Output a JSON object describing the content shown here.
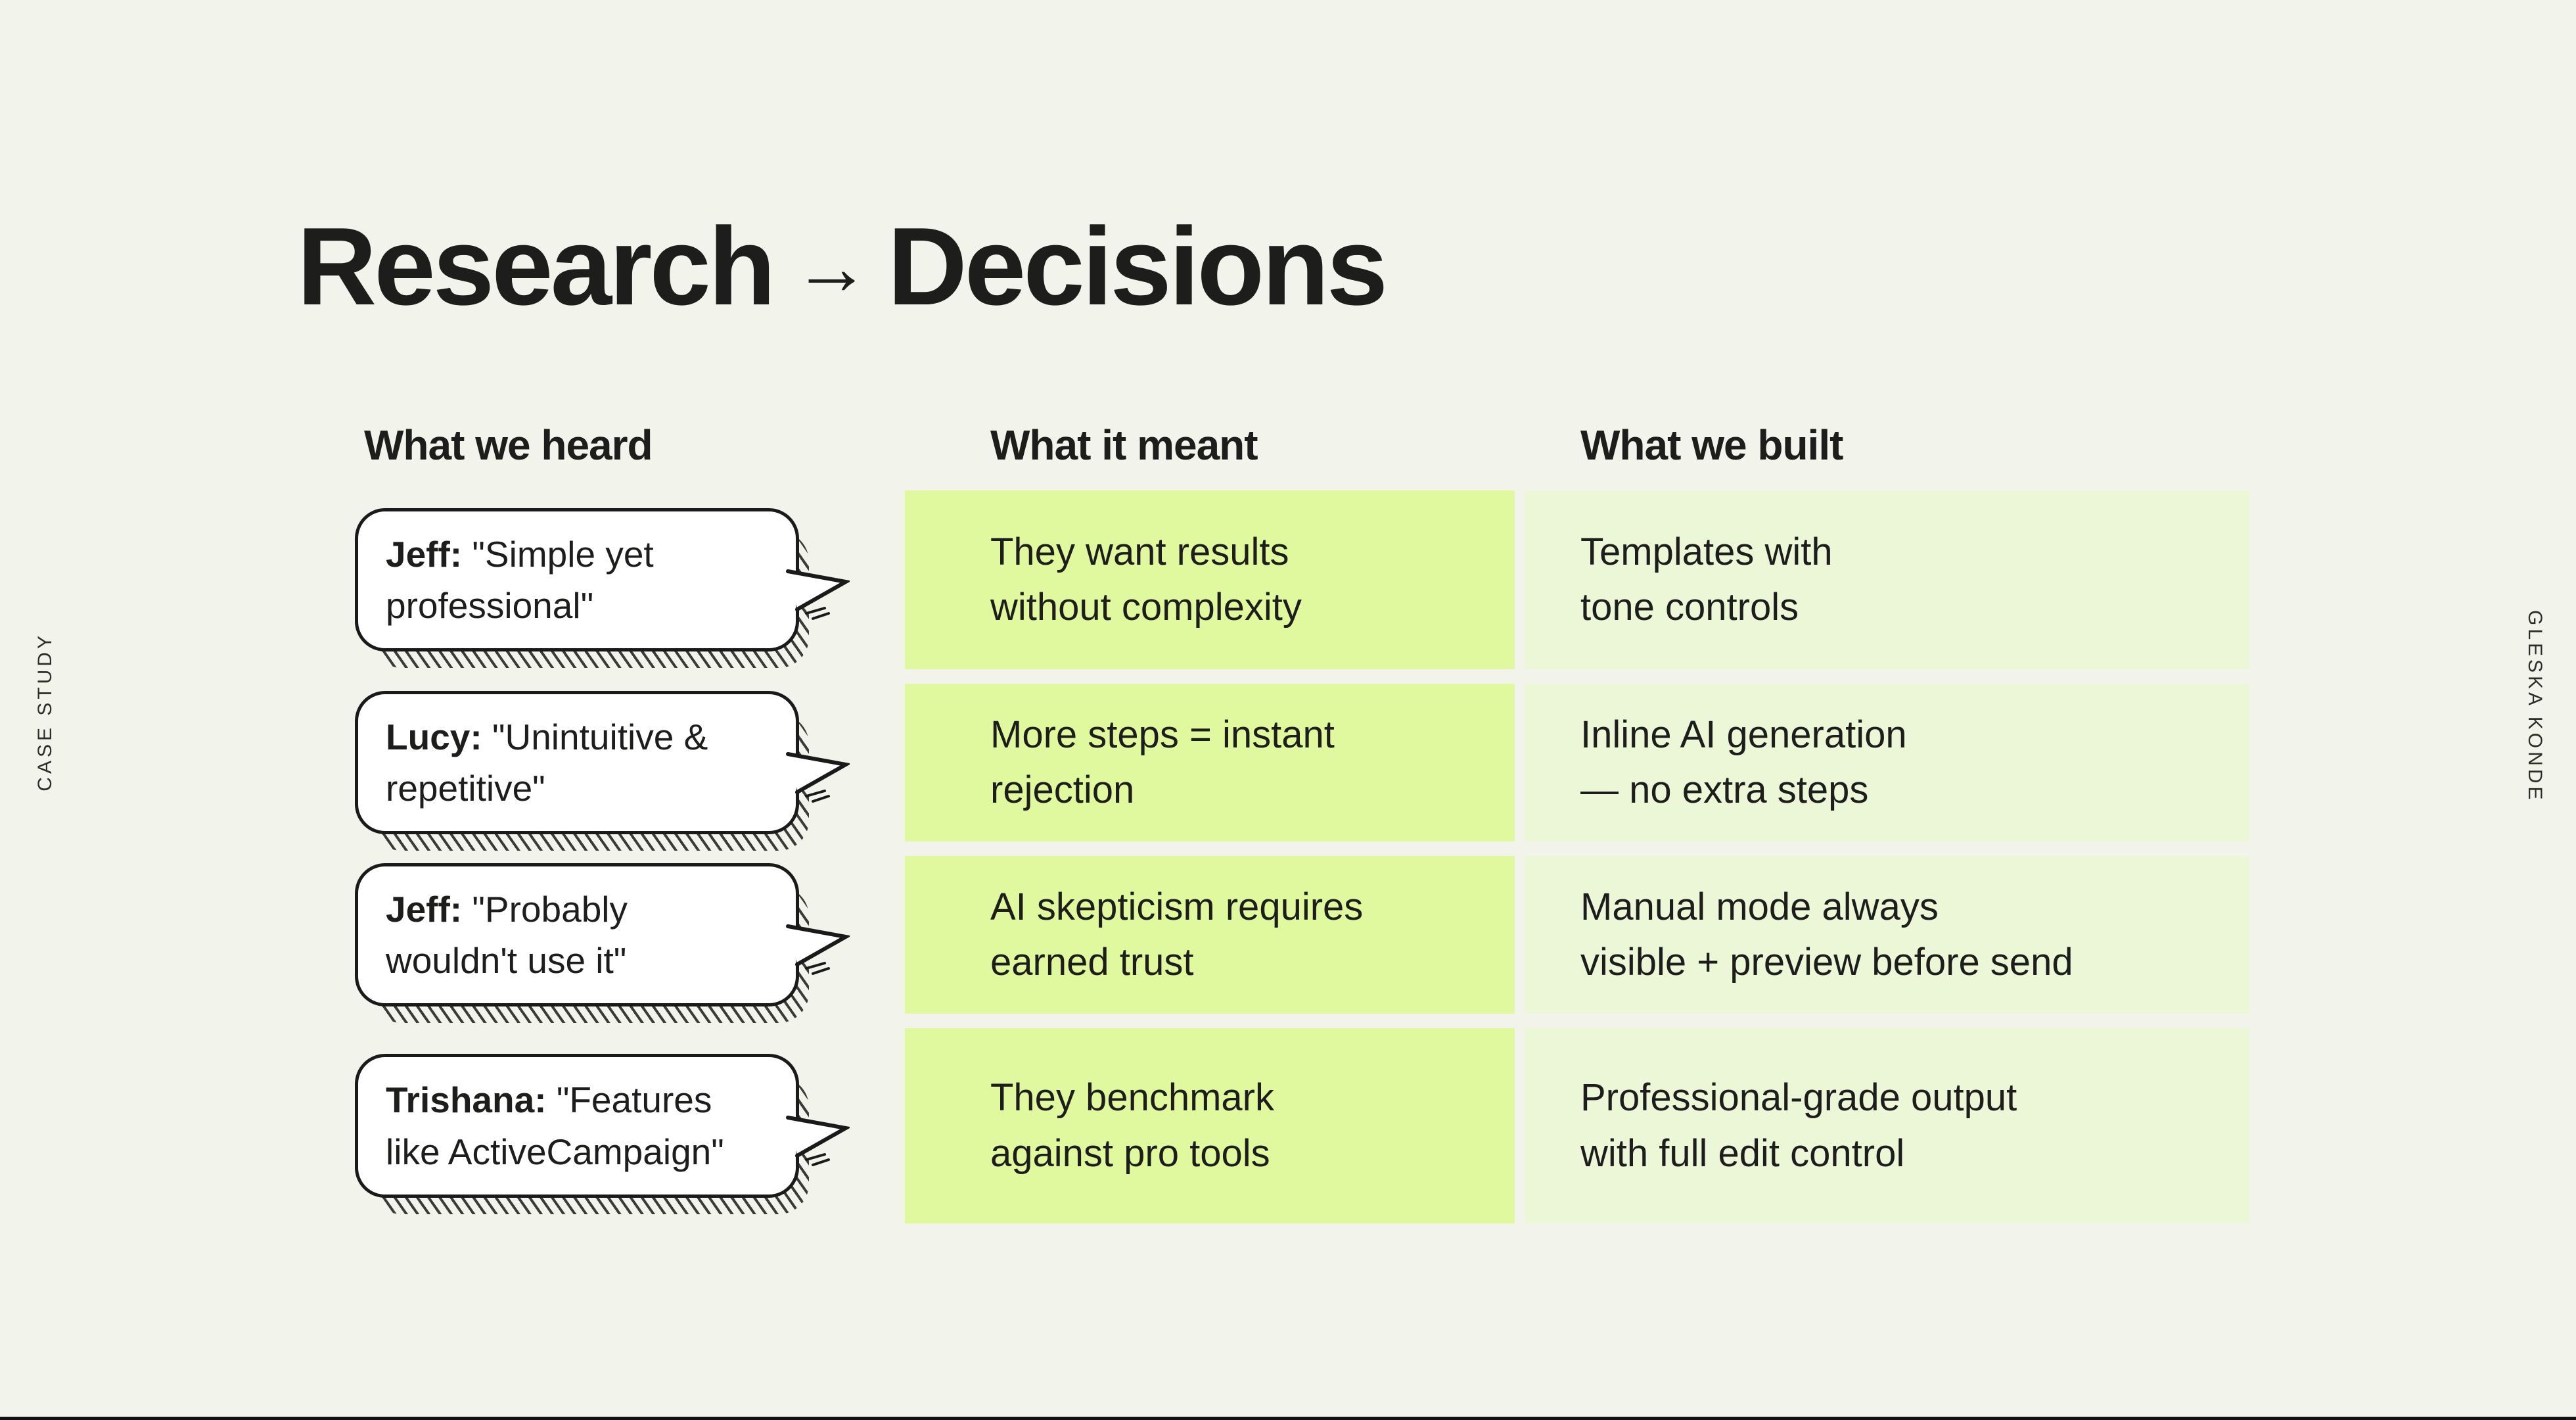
{
  "slide": {
    "title": {
      "left": "Research",
      "arrow": "→",
      "right": "Decisions"
    },
    "side_labels": {
      "left": "CASE STUDY",
      "right": "GLESKA KONDE"
    }
  },
  "columns": [
    {
      "id": "heard",
      "label": "What we heard"
    },
    {
      "id": "meant",
      "label": "What it meant"
    },
    {
      "id": "built",
      "label": "What we built"
    }
  ],
  "rows": [
    {
      "speaker": "Jeff:",
      "quote": "\"Simple yet professional\"",
      "meant": "They want results\nwithout complexity",
      "built": "Templates with\ntone controls"
    },
    {
      "speaker": "Lucy:",
      "quote": "\"Unintuitive & repetitive\"",
      "meant": "More steps = instant\nrejection",
      "built": "Inline AI generation\n— no extra steps"
    },
    {
      "speaker": "Jeff:",
      "quote": "\"Probably wouldn't use it\"",
      "meant": "AI skepticism requires\nearned trust",
      "built": "Manual mode always\nvisible + preview before send"
    },
    {
      "speaker": "Trishana:",
      "quote": "\"Features like ActiveCampaign\"",
      "meant": "They benchmark\nagainst pro tools",
      "built": "Professional-grade output\nwith full edit control"
    }
  ],
  "colors": {
    "background": "#f2f3ea",
    "ink": "#1d1d1b",
    "meant_cell": "#e0f99e",
    "built_cell": "#ecf7d8",
    "bubble_fill": "#ffffff",
    "bubble_border": "#1a1a1a"
  }
}
